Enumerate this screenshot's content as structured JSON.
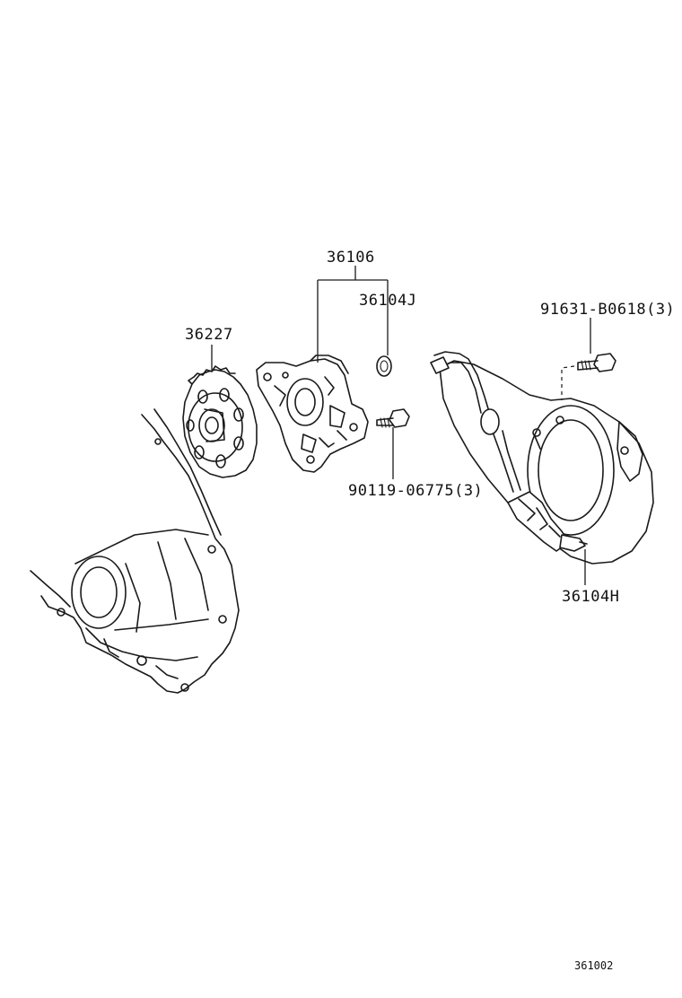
{
  "labels": {
    "assembly": "36106",
    "gasket": "36104J",
    "gear": "36227",
    "bolt_top": "91631-B0618(3)",
    "bolt_mid": "90119-06775(3)",
    "cover": "36104H"
  },
  "ref_code": "361002"
}
